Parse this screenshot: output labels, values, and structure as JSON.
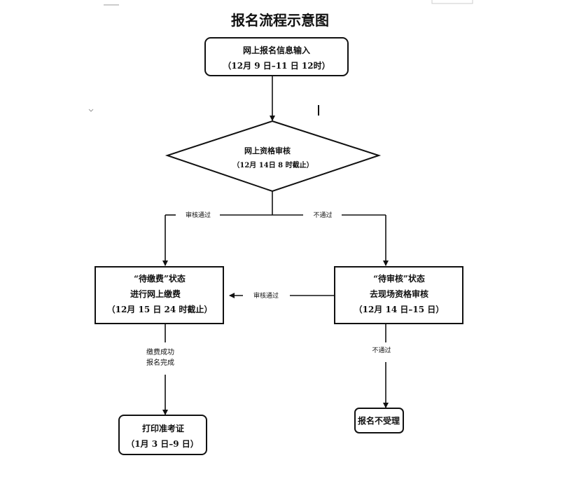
{
  "title": "报名流程示意图",
  "nodes": {
    "online_entry": {
      "line1": "网上报名信息输入",
      "line2": "（12月 9 日–11 日 12时）"
    },
    "online_review": {
      "line1": "网上资格审核",
      "line2": "（12月 14日 8 时截止）"
    },
    "pending_payment": {
      "line1": "“待缴费”状态",
      "line2": "进行网上缴费",
      "line3": "（12月 15 日 24 时截止）"
    },
    "pending_review": {
      "line1": "“待审核”状态",
      "line2": "去现场资格审核",
      "line3": "（12月 14 日–15 日）"
    },
    "print_ticket": {
      "line1": "打印准考证",
      "line2": "（1月 3 日–9 日）"
    },
    "rejected": {
      "line1": "报名不受理"
    }
  },
  "edges": {
    "review_pass": "审核通过",
    "review_fail": "不通过",
    "onsite_pass": "审核通过",
    "payment_done_line1": "缴费成功",
    "payment_done_line2": "报名完成",
    "onsite_fail": "不通过"
  }
}
